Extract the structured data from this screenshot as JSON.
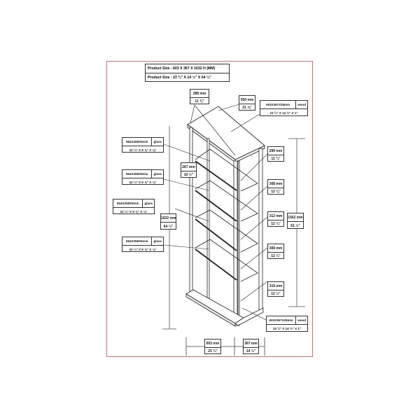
{
  "header": {
    "product_size_mm": "Product Size : 603 X 367 X 1632 H (MM)",
    "product_size_in": "Product Size : 23 ¾\" X 14 ½\" X 64 ¼\""
  },
  "top_dims": [
    {
      "mm": "288 mm",
      "in": "11 ⅜\""
    },
    {
      "mm": "550 mm",
      "in": "21 ⅝\""
    }
  ],
  "top_panel": {
    "mm": "603X367X25mm",
    "material": "wood",
    "in": "23 ¾\" X 14 ½\" X 1\""
  },
  "bottom_panel": {
    "mm": "603X367X25mm",
    "material": "wood",
    "in": "23 ¾\" X 14 ½\" X 1\""
  },
  "glass_shelves": [
    {
      "mm": "564X258X5mm",
      "material": "glass",
      "in": "22 ¼\" X 9 ⅞\" X ⅛\""
    },
    {
      "mm": "564X258X5mm",
      "material": "glass",
      "in": "22 ¼\" X 9 ⅞\" X ⅛\""
    },
    {
      "mm": "564X258X5mm",
      "material": "glass",
      "in": "22 ¼\" X 9 ⅞\" X ⅛\""
    },
    {
      "mm": "564X258X5mm",
      "material": "glass",
      "in": "22 ¼\" X 9 ⅞\" X ⅛\""
    }
  ],
  "depth_label": {
    "mm": "267 mm",
    "in": "10 ½\""
  },
  "total_height": {
    "mm": "1632 mm",
    "in": "64 ¼\""
  },
  "inner_height": {
    "mm": "1562 mm",
    "in": "61 ½\""
  },
  "shelf_spacings": [
    {
      "mm": "299 mm",
      "in": "11 ¾\""
    },
    {
      "mm": "308 mm",
      "in": "12 ⅛\""
    },
    {
      "mm": "312 mm",
      "in": "12 ¼\""
    },
    {
      "mm": "308 mm",
      "in": "12 ⅛\""
    },
    {
      "mm": "319 mm",
      "in": "12 ½\""
    }
  ],
  "bottom_dims": [
    {
      "mm": "603 mm",
      "in": "23 ¾\""
    },
    {
      "mm": "367 mm",
      "in": "14 ½\""
    }
  ],
  "colors": {
    "frame": "#b07a78",
    "line": "#222222",
    "dim_line": "#666666"
  }
}
